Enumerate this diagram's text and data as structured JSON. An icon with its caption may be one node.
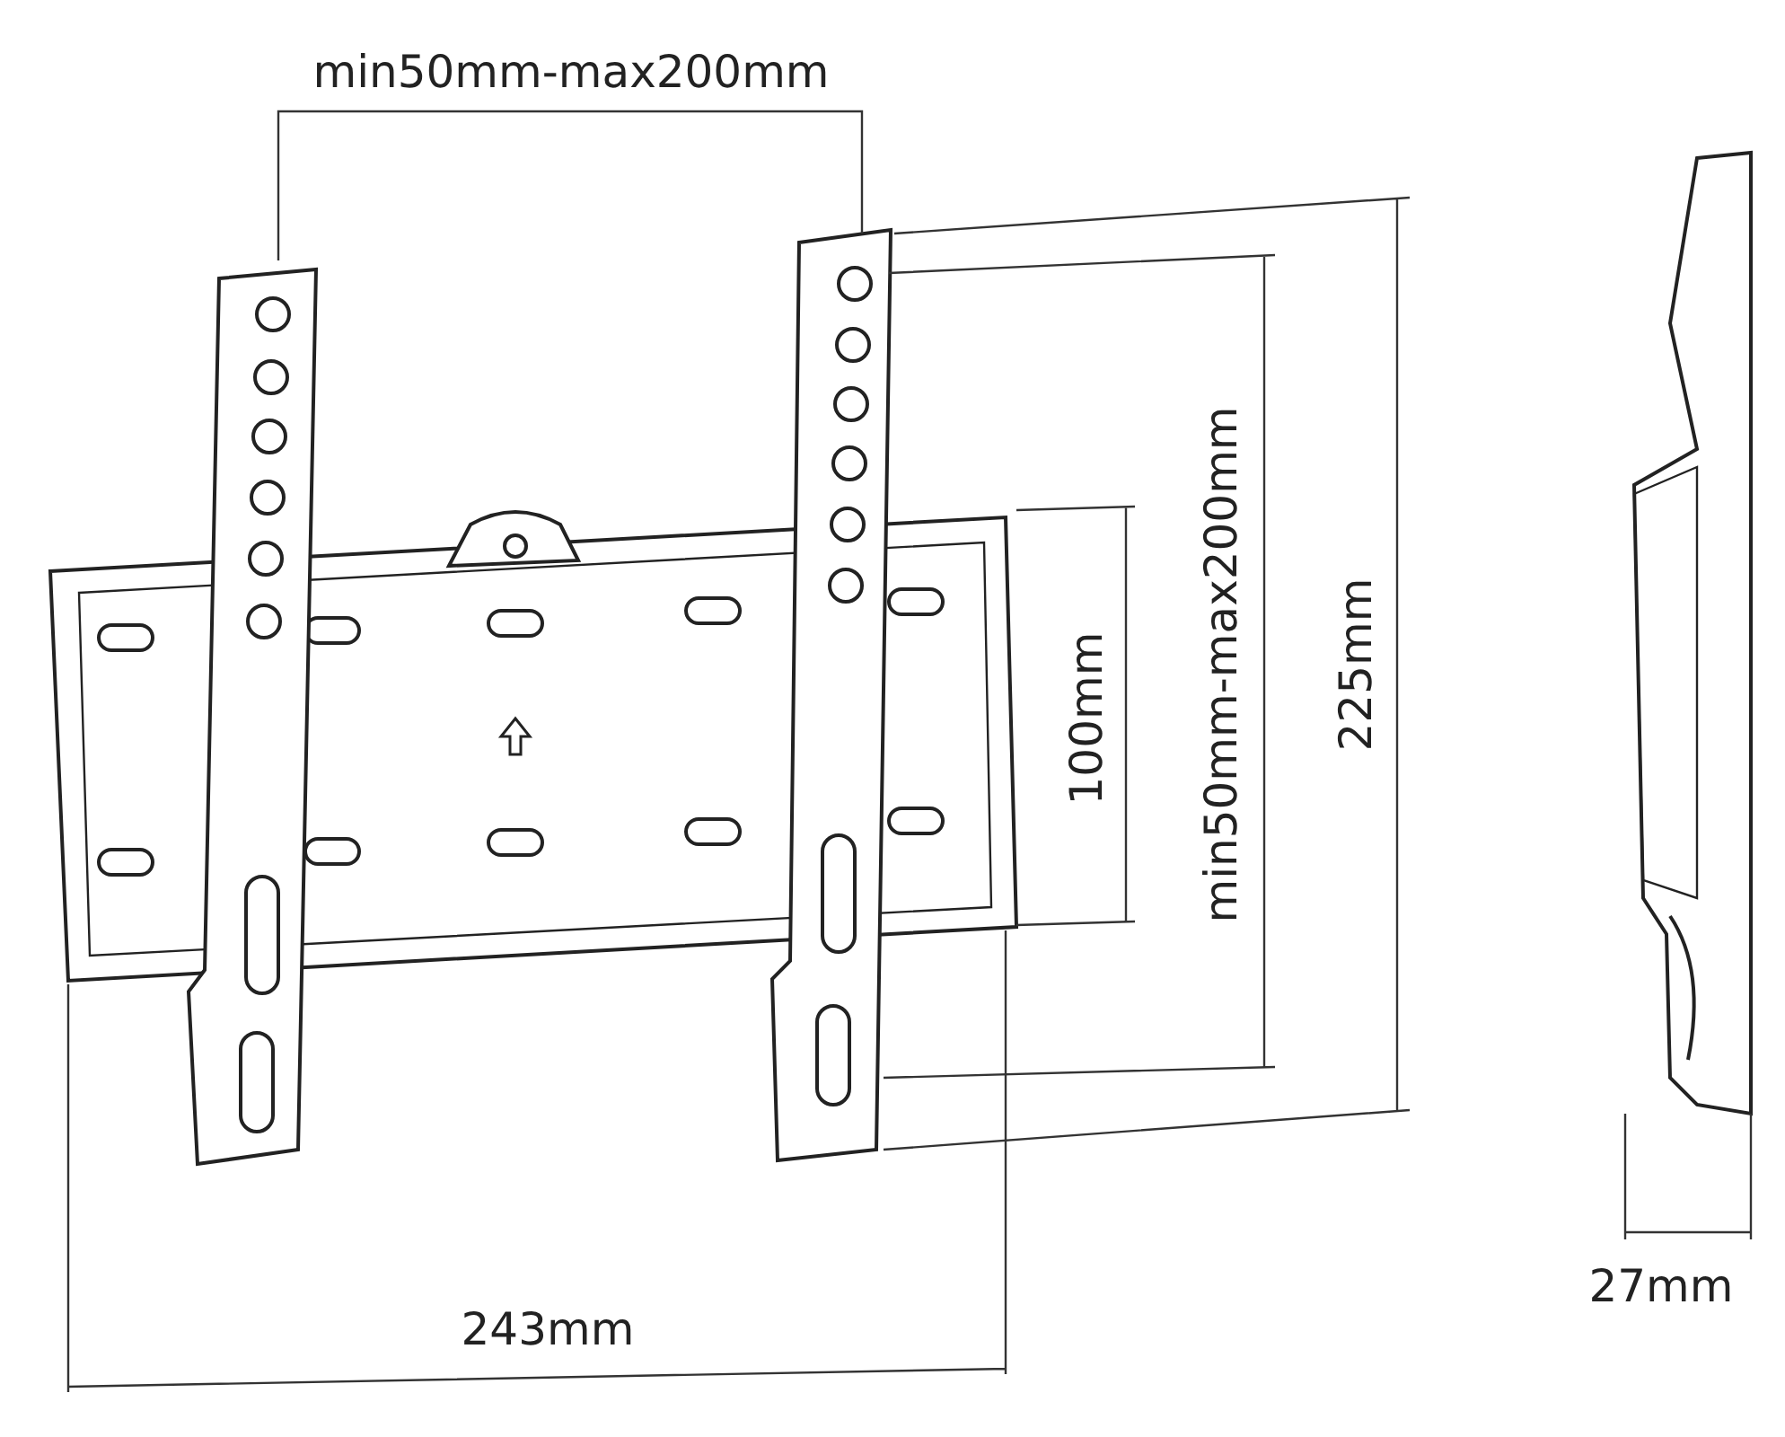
{
  "diagram": {
    "labels": [
      "min50mm-max200mm",
      "100mm",
      "min50mm-max200mm",
      "225mm",
      "243mm",
      "27mm"
    ]
  }
}
